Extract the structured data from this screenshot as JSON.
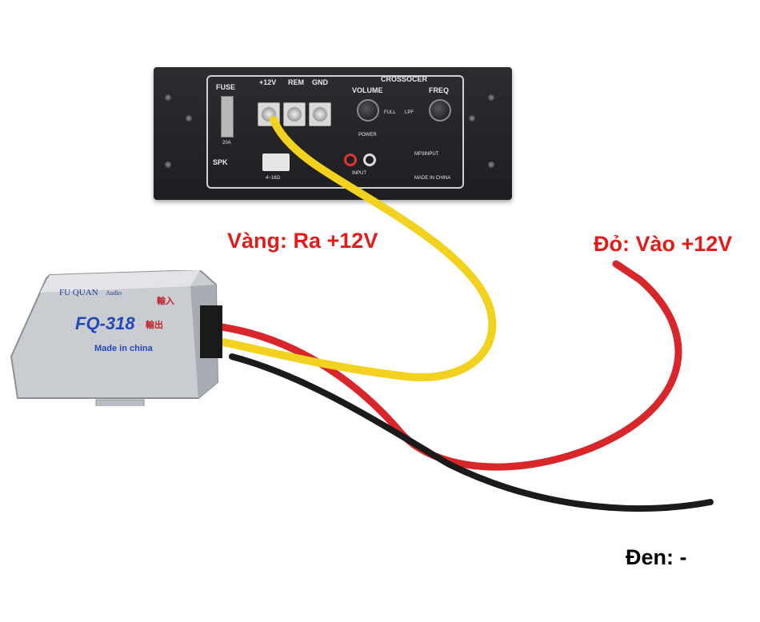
{
  "labels": {
    "yellow": "Vàng: Ra +12V",
    "red": "Đỏ: Vào +12V",
    "black": "Đen:  -"
  },
  "amplifier": {
    "fuse": "FUSE",
    "terminals": [
      "+12V",
      "REM",
      "GND"
    ],
    "crossover": "CROSSOCER",
    "volume": "VOLUME",
    "freq": "FREQ",
    "power": "POWER",
    "spk": "SPK",
    "input": "INPUT",
    "mp3_input": "MP3INPUT",
    "made_in": "MADE IN CHINA",
    "ohms": "4~16Ω",
    "fuse_rating": "20A",
    "full": "FULL",
    "lpf": "LPF"
  },
  "device_box": {
    "brand": "FU QUAN",
    "brand_suffix": "Audio",
    "model": "FQ-318",
    "made": "Made in china",
    "input_cn": "輸入",
    "output_cn": "輸出"
  },
  "colors": {
    "label_red": "#e21b1b",
    "label_black": "#000000",
    "wire_yellow": "#f2d21e",
    "wire_red": "#d9262a",
    "wire_black": "#1b1b1b",
    "box_silver": "#c9ccd1",
    "amp_body": "#222428"
  }
}
